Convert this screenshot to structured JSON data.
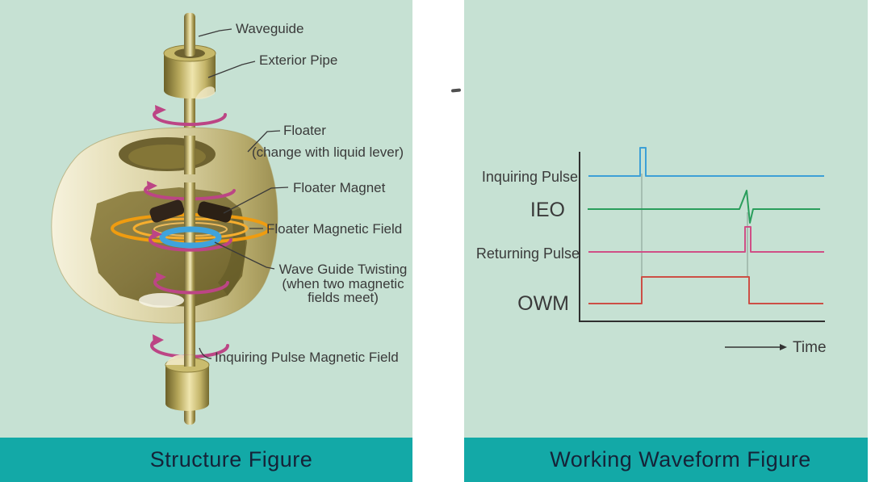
{
  "left_panel": {
    "caption": "Structure Figure",
    "labels": {
      "waveguide": "Waveguide",
      "exterior_pipe": "Exterior Pipe",
      "floater": "Floater",
      "floater_note": "(change with liquid lever)",
      "floater_magnet": "Floater Magnet",
      "floater_magnetic_field": "Floater Magnetic Field",
      "twisting_line1": "Wave Guide Twisting",
      "twisting_line2": "(when two magnetic",
      "twisting_line3": "fields meet)",
      "inquiring_pulse_field": "Inquiring Pulse Magnetic Field"
    }
  },
  "right_panel": {
    "caption": "Working Waveform Figure",
    "time_label": "Time",
    "series_labels": {
      "inquiring_pulse": "Inquiring Pulse",
      "ieo": "IEO",
      "returning_pulse": "Returning Pulse",
      "owm": "OWM"
    }
  },
  "colors": {
    "panel_background": "#c6e1d3",
    "banner_background": "#13a9a7",
    "banner_text": "#152338",
    "label_text": "#3a3a3a",
    "inquiring_pulse_line": "#3da0d6",
    "ieo_line": "#2a9e5c",
    "returning_pulse_line": "#cf4f86",
    "owm_line": "#cc4f45",
    "magnetic_field_ring": "#bc4585",
    "floater_field_ring": "#ef9c10",
    "waveguide_twist_ring": "#3fa3dc",
    "brass": "#cdbf7c"
  },
  "chart_data": {
    "type": "line",
    "title": "Working Waveform Figure",
    "xlabel": "Time",
    "ylabel": "",
    "x_range": [
      0,
      100
    ],
    "grid": false,
    "legend_position": "left-of-axis",
    "series": [
      {
        "name": "Inquiring Pulse",
        "shape": "baseline with one narrow positive pulse",
        "pulse_start": 25,
        "pulse_end": 27,
        "color": "#3da0d6"
      },
      {
        "name": "IEO",
        "shape": "baseline with damped oscillation spike (up then below baseline) at echo time",
        "event_start": 66,
        "event_end": 71,
        "color": "#2a9e5c"
      },
      {
        "name": "Returning Pulse",
        "shape": "baseline with one narrow positive pulse",
        "pulse_start": 68,
        "pulse_end": 70,
        "color": "#cf4f86"
      },
      {
        "name": "OWM",
        "shape": "square wave: high level between inquiring pulse and returning pulse",
        "high_start": 25,
        "high_end": 69,
        "color": "#cc4f45"
      }
    ],
    "annotations": [
      "vertical guide line at inquiring pulse time",
      "vertical guide line at returning pulse time",
      "arrow labelled Time under x-axis"
    ]
  }
}
